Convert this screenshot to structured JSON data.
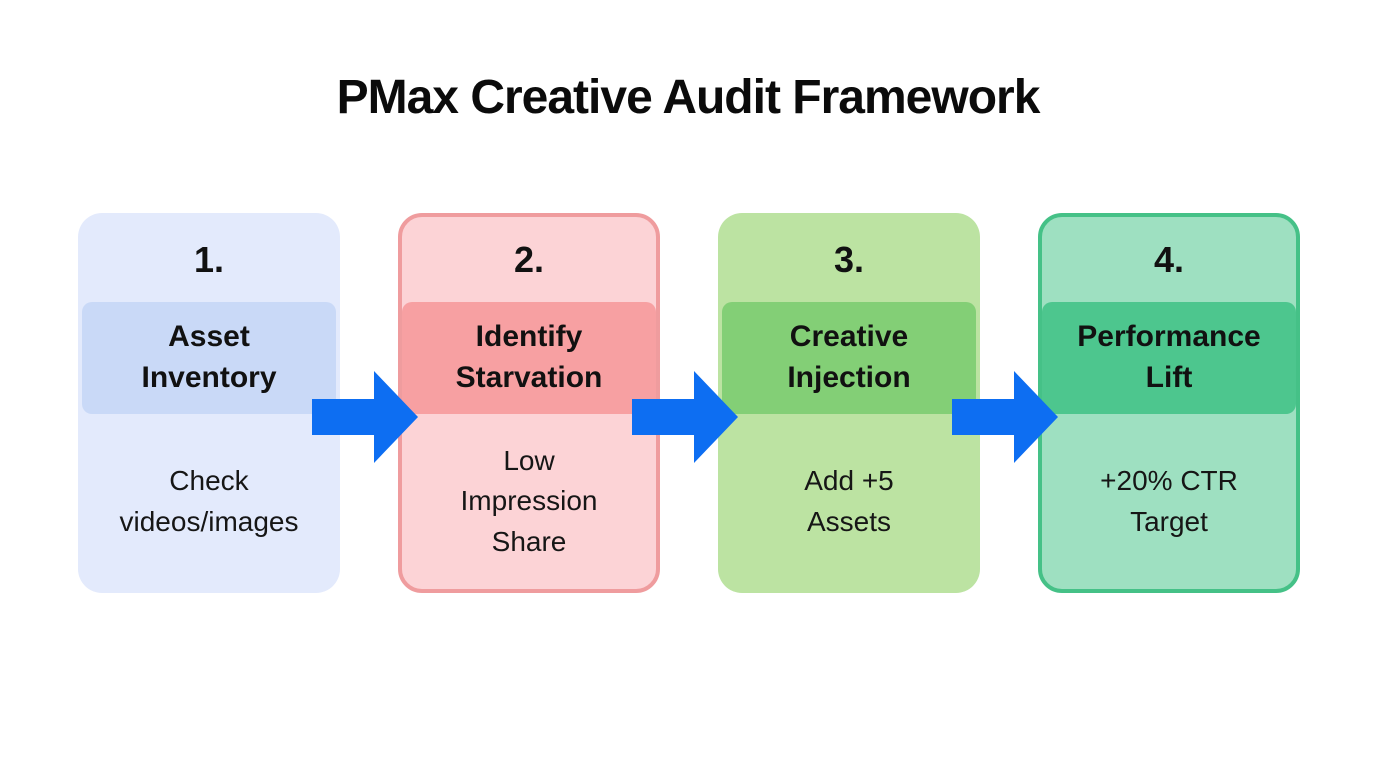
{
  "title": "PMax Creative Audit Framework",
  "colors": {
    "background": "#ffffff",
    "title_text": "#0b0b0b",
    "body_text": "#141414",
    "arrow": "#0d6ef2"
  },
  "steps": [
    {
      "number": "1.",
      "title_lines": [
        "Asset",
        "Inventory"
      ],
      "description_lines": [
        "Check",
        "videos/images"
      ],
      "colors": {
        "body": "#e3eafc",
        "band": "#c9d9f7",
        "border": null
      }
    },
    {
      "number": "2.",
      "title_lines": [
        "Identify",
        "Starvation"
      ],
      "description_lines": [
        "Low",
        "Impression",
        "Share"
      ],
      "colors": {
        "body": "#fcd3d6",
        "band": "#f7a0a2",
        "border": "#ef9c9e"
      }
    },
    {
      "number": "3.",
      "title_lines": [
        "Creative",
        "Injection"
      ],
      "description_lines": [
        "Add +5",
        "Assets"
      ],
      "colors": {
        "body": "#bce3a2",
        "band": "#83cf76",
        "border": null
      }
    },
    {
      "number": "4.",
      "title_lines": [
        "Performance",
        "Lift"
      ],
      "description_lines": [
        "+20% CTR",
        "Target"
      ],
      "colors": {
        "body": "#9ee0c1",
        "band": "#4dc68e",
        "border": "#45c187"
      }
    }
  ]
}
